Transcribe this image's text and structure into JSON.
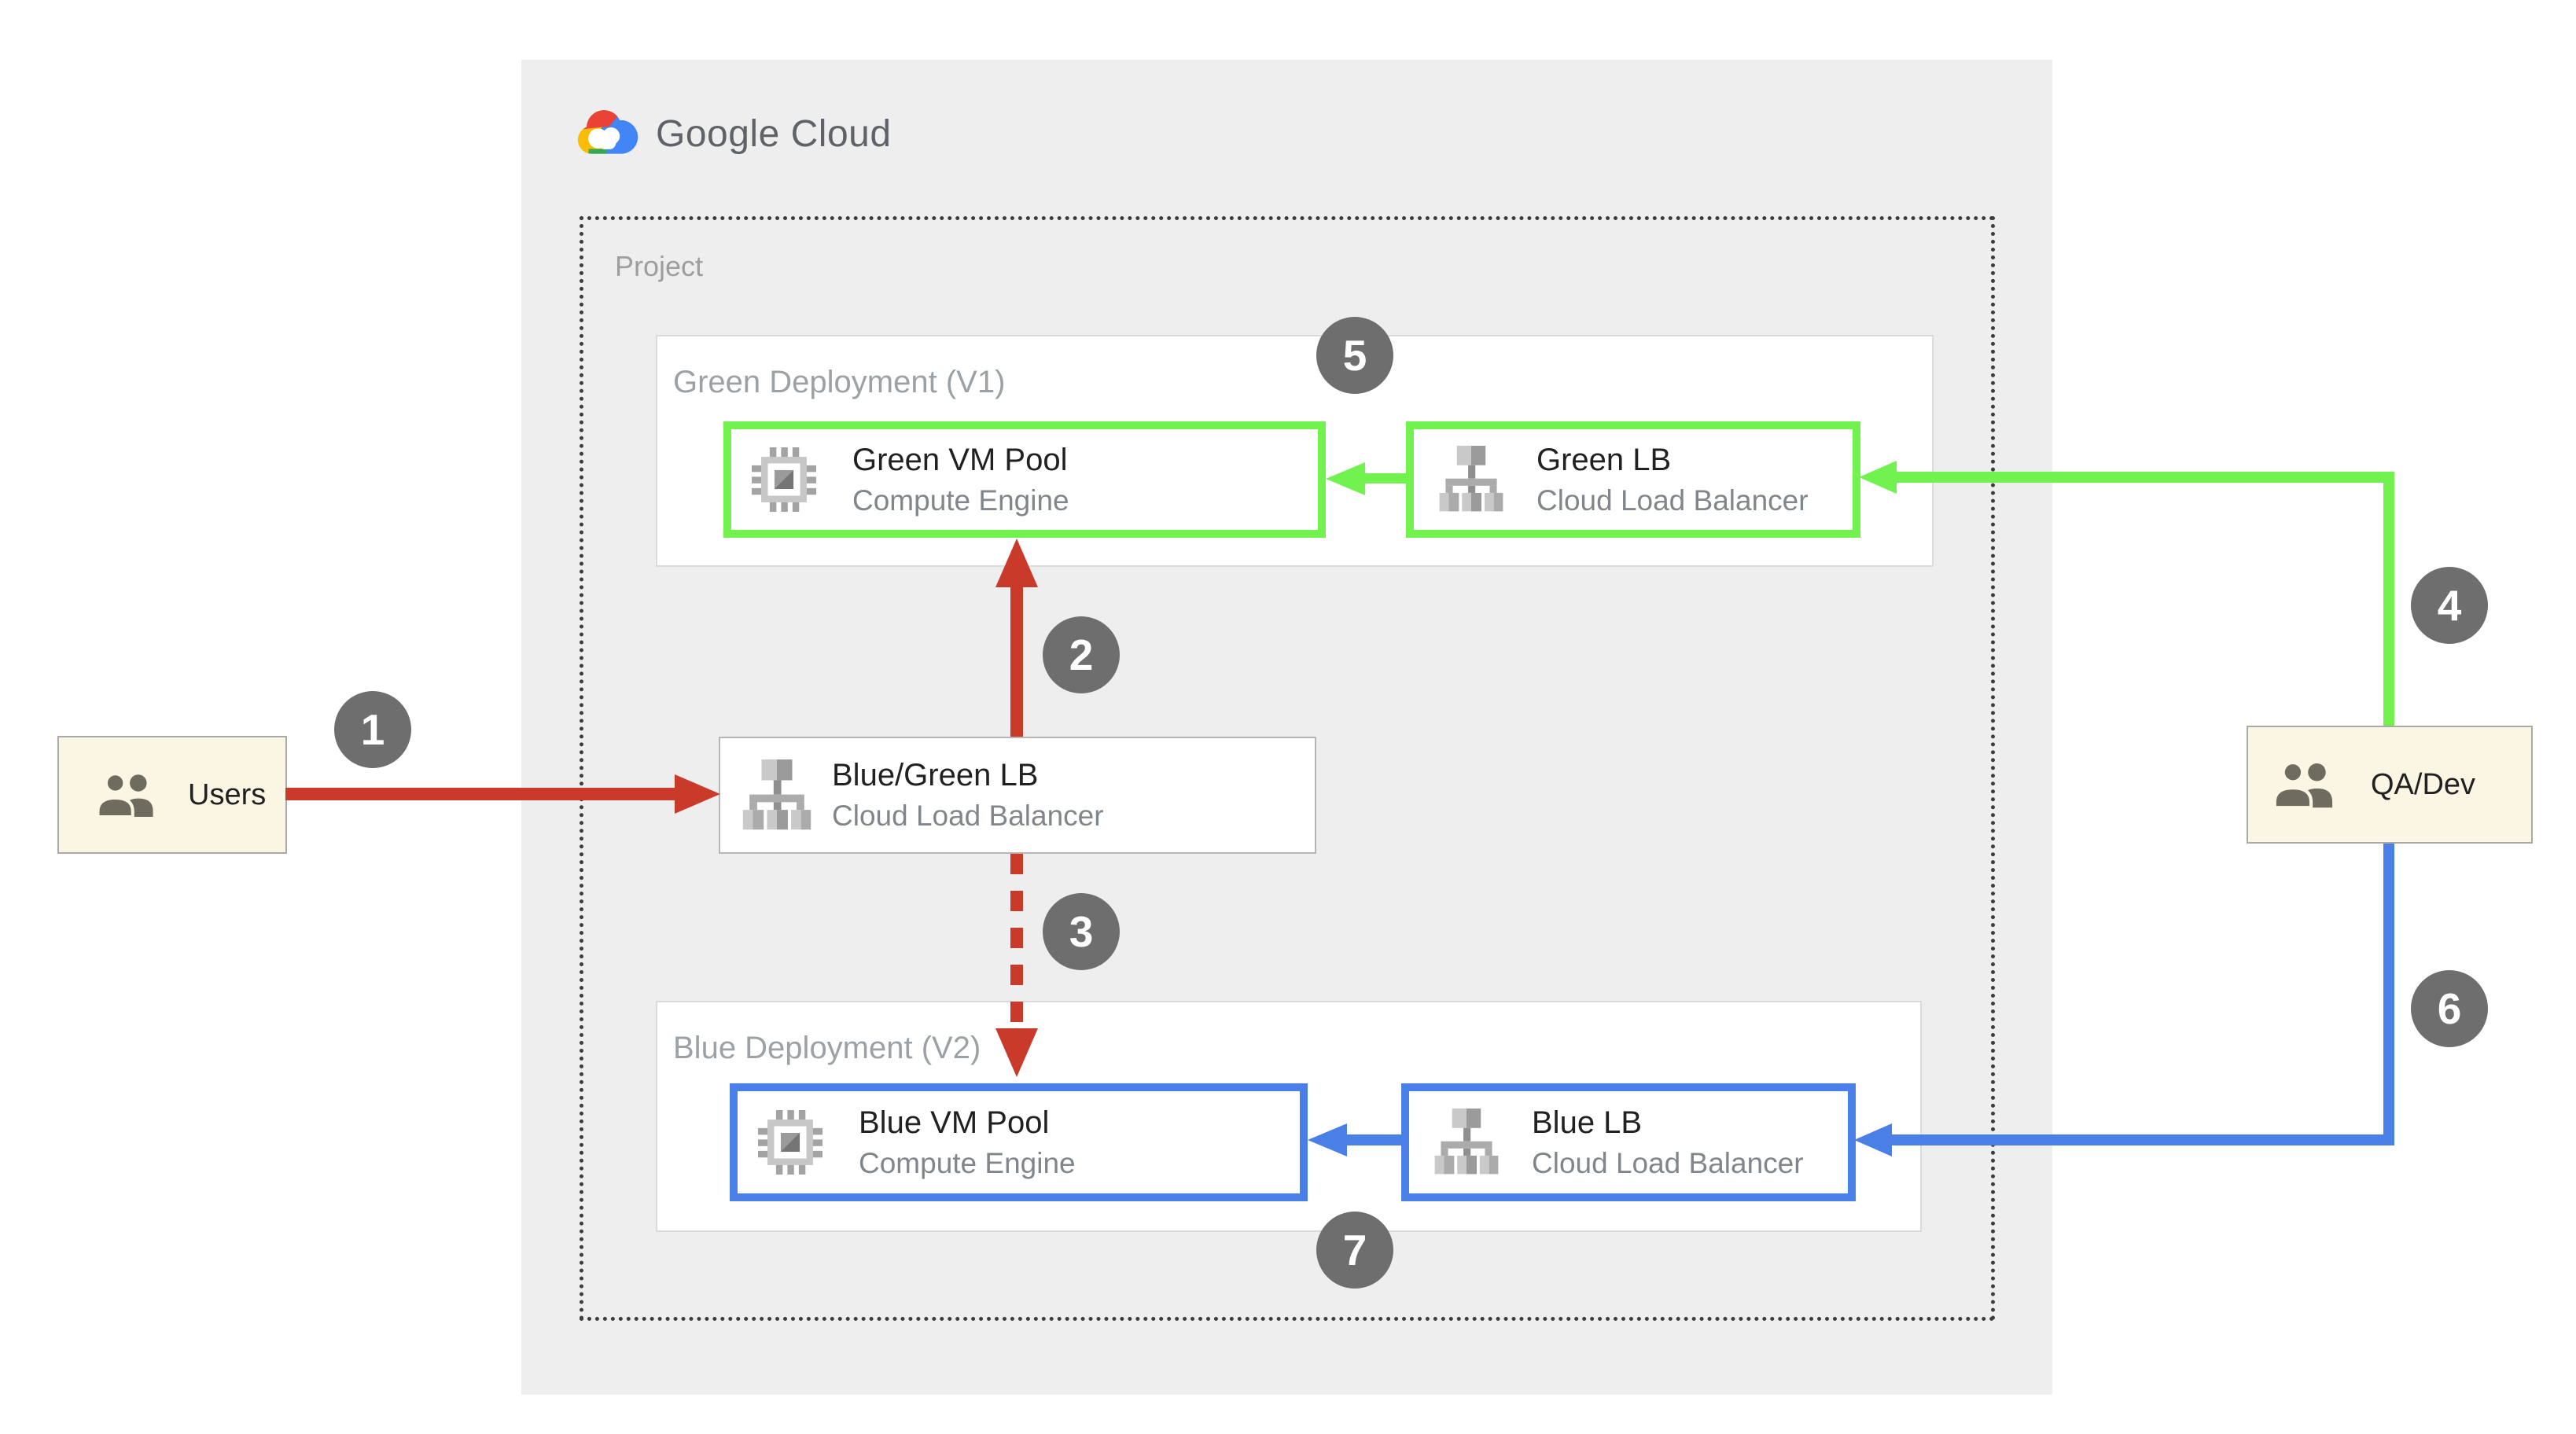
{
  "logo": {
    "text": "Google Cloud"
  },
  "project": {
    "label": "Project"
  },
  "green_deployment": {
    "label": "Green Deployment (V1)",
    "vm_pool": {
      "title": "Green VM Pool",
      "subtitle": "Compute Engine"
    },
    "lb": {
      "title": "Green LB",
      "subtitle": "Cloud Load Balancer"
    }
  },
  "blue_deployment": {
    "label": "Blue Deployment (V2)",
    "vm_pool": {
      "title": "Blue VM Pool",
      "subtitle": "Compute Engine"
    },
    "lb": {
      "title": "Blue LB",
      "subtitle": "Cloud Load Balancer"
    }
  },
  "main_lb": {
    "title": "Blue/Green LB",
    "subtitle": "Cloud Load Balancer"
  },
  "users": {
    "label": "Users"
  },
  "qa_dev": {
    "label": "QA/Dev"
  },
  "steps": {
    "s1": "1",
    "s2": "2",
    "s3": "3",
    "s4": "4",
    "s5": "5",
    "s6": "6",
    "s7": "7"
  },
  "colors": {
    "red_arrow": "#C93A2B",
    "green_arrow": "#72F24E",
    "blue_arrow": "#4A7FE8",
    "step_circle": "#6E6E6E",
    "panel_bg": "#EEEEEE",
    "actor_bg": "#FAF6E3"
  }
}
